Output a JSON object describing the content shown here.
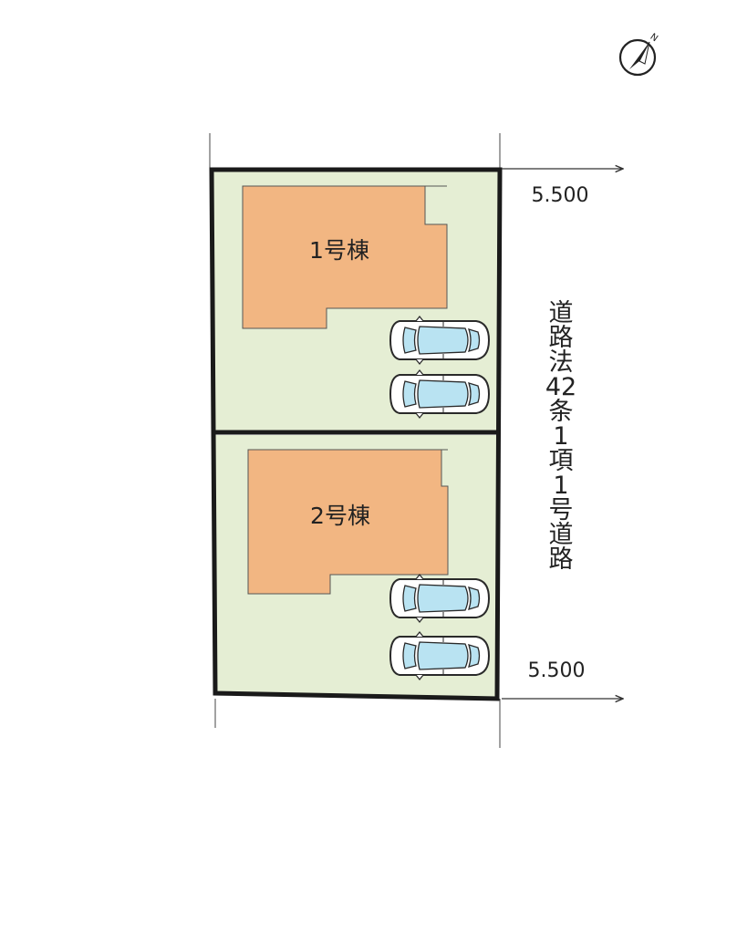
{
  "compass": {
    "north_label": "N"
  },
  "lots": [
    {
      "label": "1号棟",
      "parking_spaces": 2
    },
    {
      "label": "2号棟",
      "parking_spaces": 2
    }
  ],
  "road": {
    "label": "道路法42条1項1号道路",
    "width_top": "5.500",
    "width_bottom": "5.500"
  },
  "colors": {
    "lot_fill": "#e5eed4",
    "building_fill": "#f2b682",
    "boundary": "#1a1a1a",
    "car_glass": "#b9e3f2",
    "car_body": "#ffffff"
  }
}
